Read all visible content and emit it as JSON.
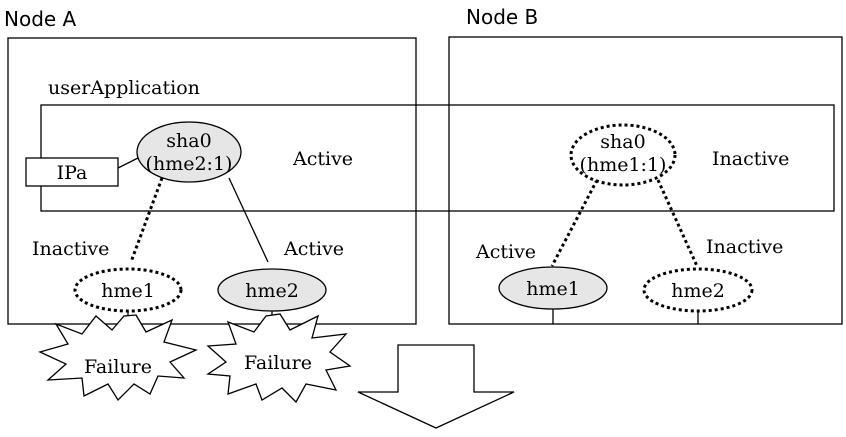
{
  "node_a": {
    "title": "Node A",
    "app_label": "userApplication",
    "virtual_if": {
      "name": "sha0",
      "binding": "(hme2:1)",
      "state": "Active"
    },
    "ip_label": "IPa",
    "nic1": {
      "name": "hme1",
      "state": "Inactive",
      "failure": "Failure"
    },
    "nic2": {
      "name": "hme2",
      "state": "Active",
      "failure": "Failure"
    }
  },
  "node_b": {
    "title": "Node B",
    "virtual_if": {
      "name": "sha0",
      "binding": "(hme1:1)",
      "state": "Inactive"
    },
    "nic1": {
      "name": "hme1",
      "state": "Active"
    },
    "nic2": {
      "name": "hme2",
      "state": "Inactive"
    }
  },
  "colors": {
    "active_fill": "#e6e6e6",
    "line": "#000000",
    "background": "#ffffff"
  }
}
